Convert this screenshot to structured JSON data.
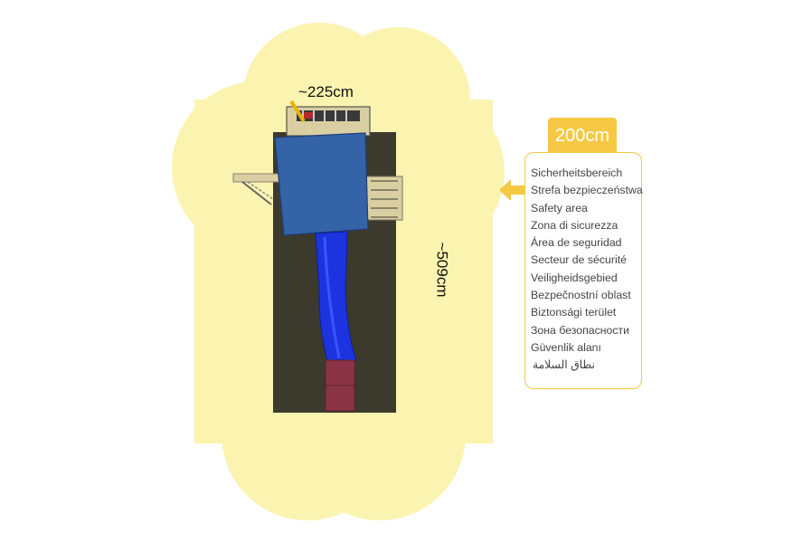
{
  "dimensions": {
    "width_label": "~225cm",
    "length_label": "~509cm"
  },
  "safety_zone": {
    "badge_label": "200cm",
    "labels": [
      "Sicherheitsbereich",
      "Strefa bezpieczeństwa",
      "Safety area",
      "Zona di sicurezza",
      "Área de seguridad",
      "Secteur de sécurité",
      "Veiligheidsgebied",
      "Bezpečnostní oblast",
      "Biztonsági terület",
      "Зона безопасности",
      "Güvenlik alanı",
      "نطاق السلامة"
    ]
  },
  "colors": {
    "safety_zone_fill": "#fbf3b0",
    "ground_fill": "#3c3a2c",
    "roof_fill": "#3563a8",
    "slide_fill": "#1b34e0",
    "slide_exit_fill": "#8c3447",
    "accent": "#f6c944"
  },
  "icons": [
    "arrow-left-icon"
  ]
}
